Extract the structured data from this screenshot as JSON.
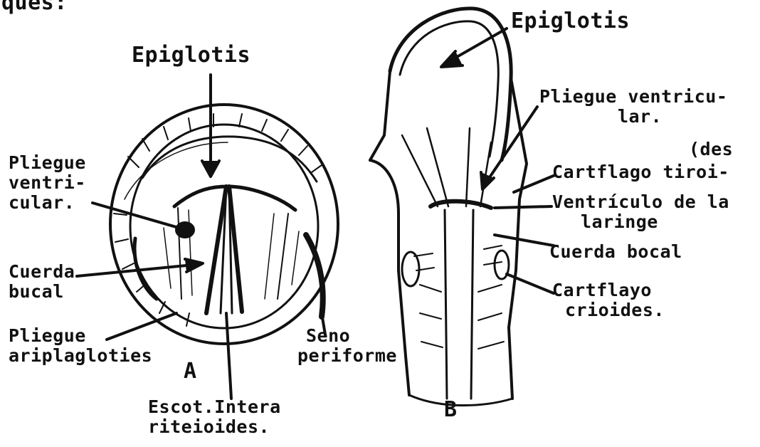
{
  "figure": {
    "top_fragment": "ques:",
    "panel_a": {
      "letter": "A",
      "labels": {
        "epiglotis": "Epiglotis",
        "pliegue_ventricular": [
          "Pliegue",
          "ventri-",
          "cular."
        ],
        "cuerda_bucal": [
          "Cuerda",
          "bucal"
        ],
        "pliegue_ariepiglotico": [
          "Pliegue",
          "ariplagloties"
        ],
        "seno_periforme": [
          "Seno",
          "periforme"
        ],
        "escot_interaritenoidea": [
          "Escot.Intera",
          "riteioides."
        ]
      }
    },
    "panel_b": {
      "letter": "B",
      "labels": {
        "epiglotis": "Epiglotis",
        "pliegue_ventricular": [
          "Pliegue ventricu-",
          "lar."
        ],
        "des": "(des",
        "cartilago_tiroides": "Cartflago tiroi-",
        "ventriculo": [
          "Ventrículo de la",
          "laringe"
        ],
        "cuerda_bocal": "Cuerda bocal",
        "cartilago_cricoides": [
          "Cartflayo",
          "crioides."
        ]
      }
    }
  },
  "colors": {
    "ink": "#111111",
    "background": "#ffffff"
  }
}
